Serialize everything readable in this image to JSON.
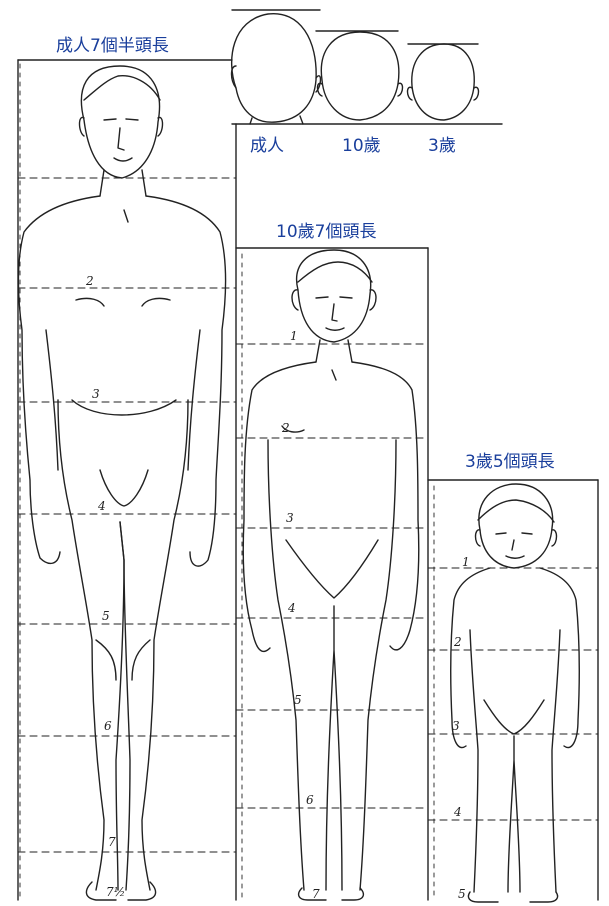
{
  "captions": {
    "adult": "成人7個半頭長",
    "child10": "10歲7個頭長",
    "child3": "3歲5個頭長"
  },
  "head_labels": {
    "adult": "成人",
    "child10": "10歲",
    "child3": "3歲"
  },
  "head_counts": {
    "adult": [
      "2",
      "3",
      "4",
      "5",
      "6",
      "7",
      "7½"
    ],
    "child10": [
      "1",
      "2",
      "3",
      "4",
      "5",
      "6",
      "7"
    ],
    "child3": [
      "1",
      "2",
      "3",
      "4",
      "5"
    ]
  },
  "colors": {
    "caption": "#1a3f9c",
    "line": "#222222"
  }
}
